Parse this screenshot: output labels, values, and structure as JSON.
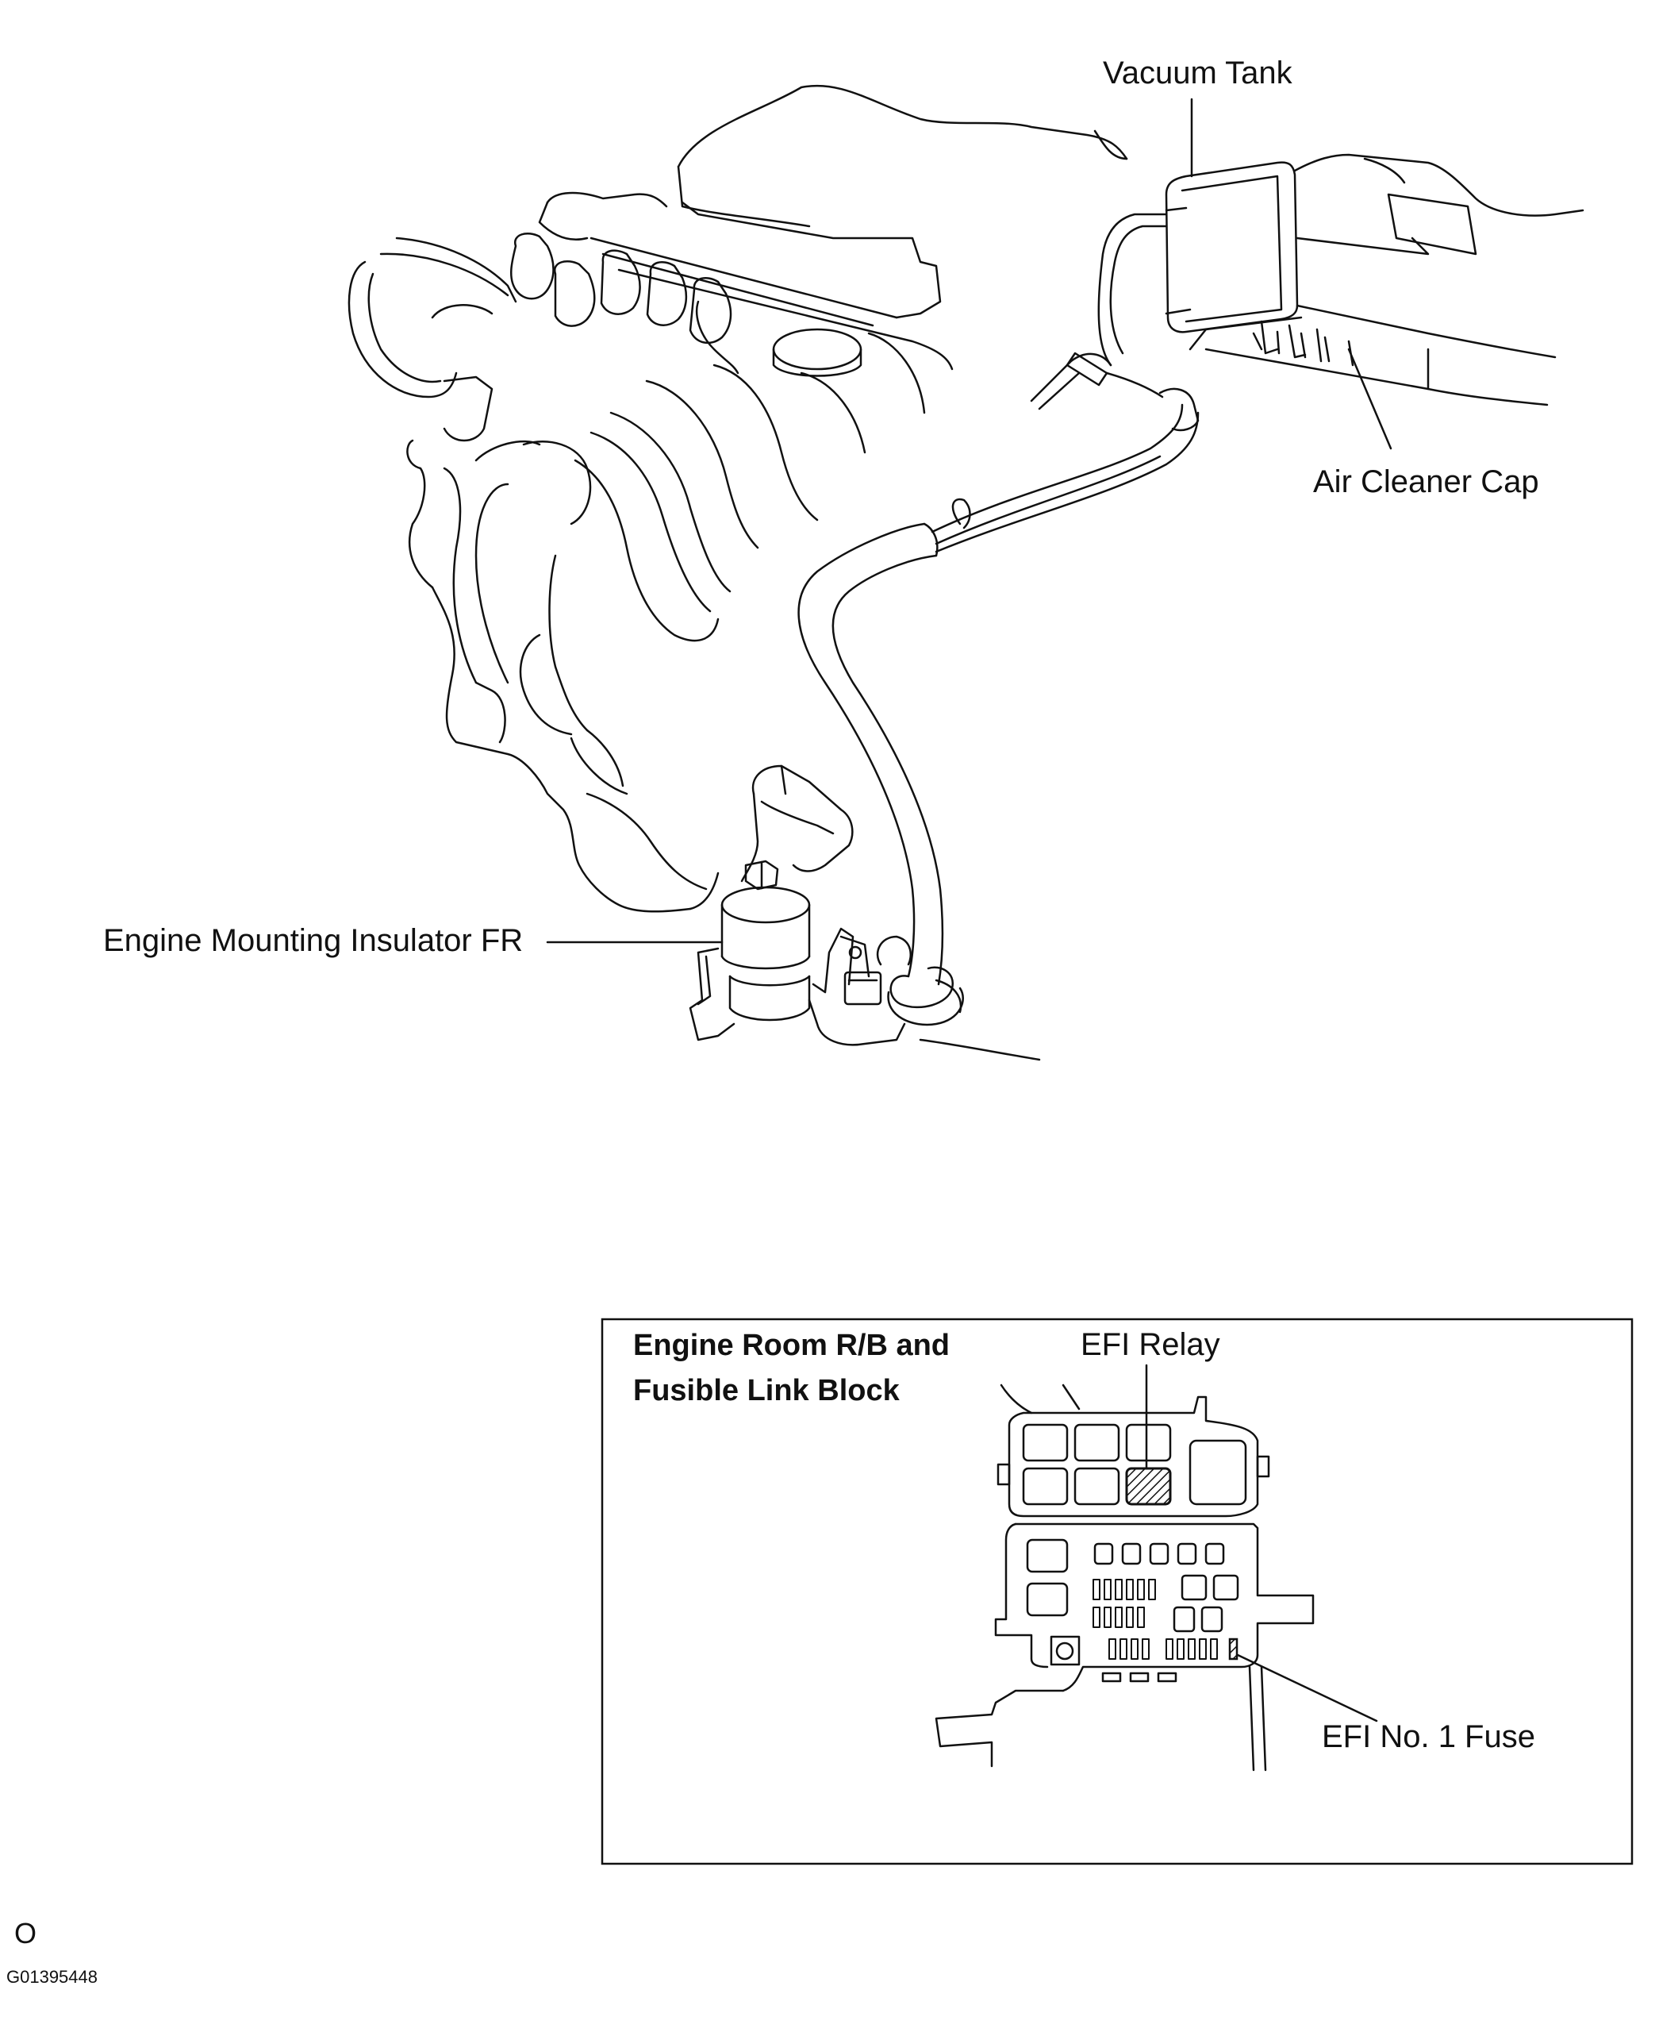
{
  "labels": {
    "vacuum_tank": "Vacuum Tank",
    "air_cleaner_cap": "Air Cleaner Cap",
    "engine_mounting_insulator": "Engine Mounting Insulator FR",
    "relay_block_line1": "Engine Room R/B and",
    "relay_block_line2": "Fusible Link Block",
    "efi_relay": "EFI Relay",
    "efi_fuse": "EFI No. 1 Fuse"
  },
  "footer": {
    "mark": "O",
    "figure_id": "G01395448"
  },
  "colors": {
    "line": "#111111",
    "background": "#ffffff"
  }
}
